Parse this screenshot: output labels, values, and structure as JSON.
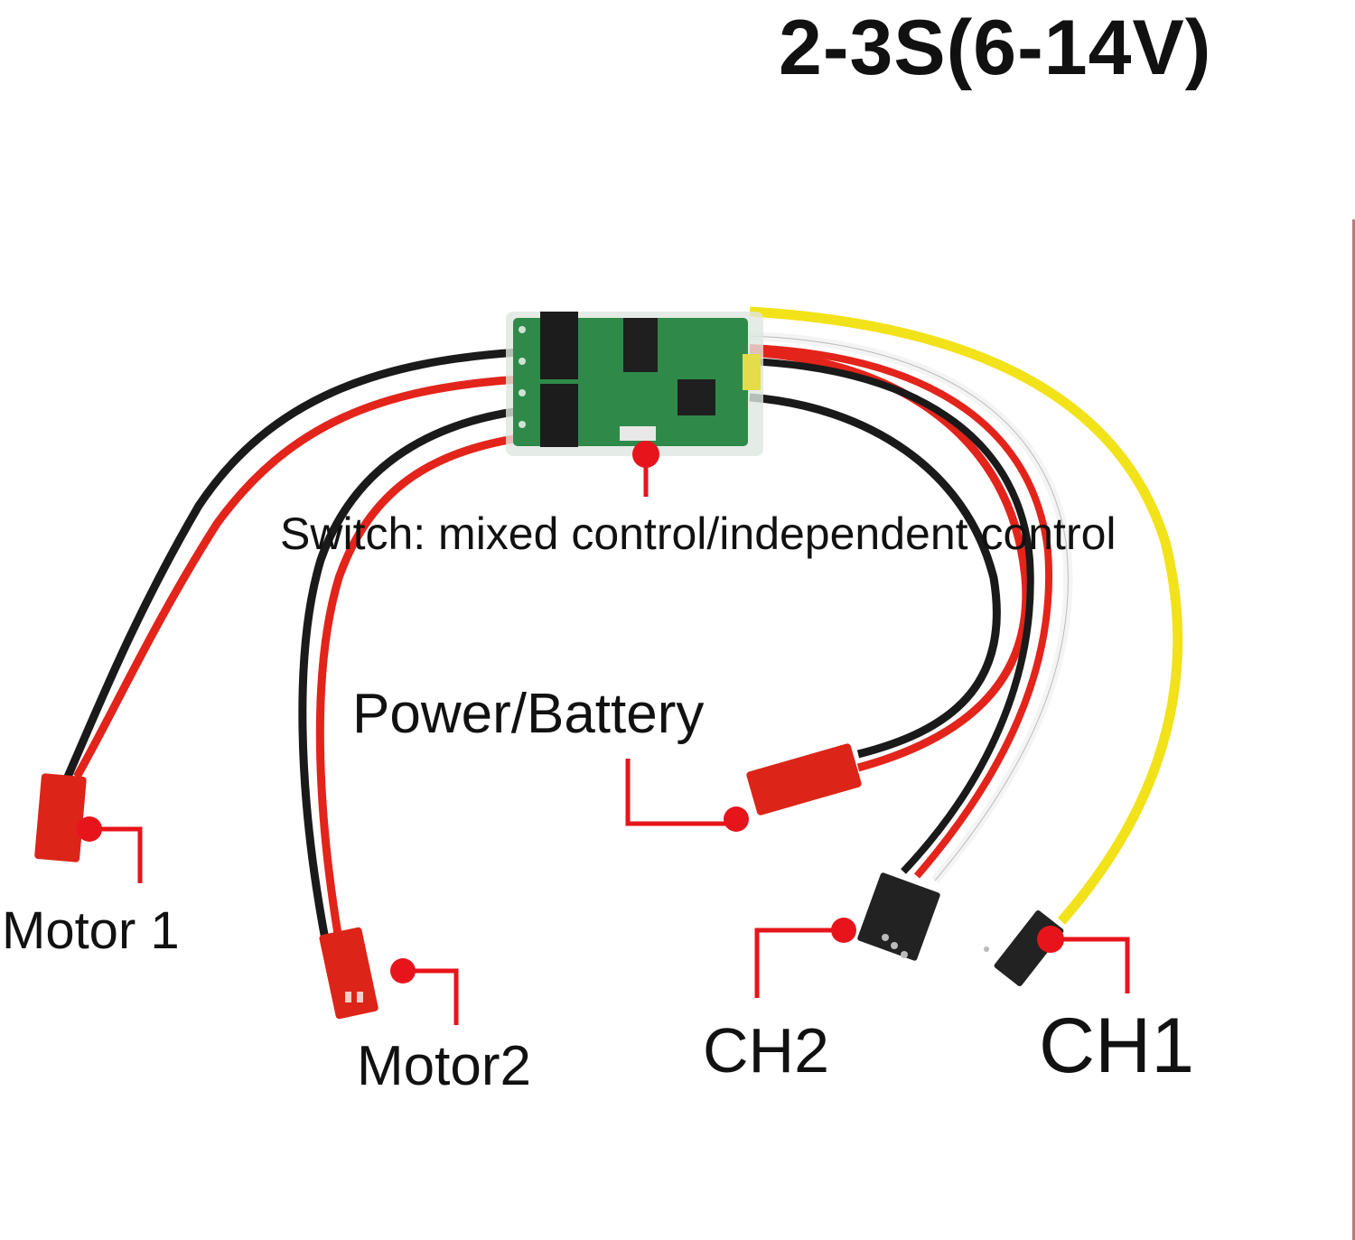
{
  "title": "2-3S(6-14V)",
  "labels": {
    "switch": "Switch: mixed control/independent control",
    "power": "Power/Battery",
    "motor1": "Motor 1",
    "motor2": "Motor2",
    "ch2": "CH2",
    "ch1": "CH1"
  },
  "colors": {
    "callout": "#e8141b",
    "wire_red": "#e3241b",
    "wire_black": "#1a1a1a",
    "wire_white": "#f4f4f4",
    "wire_yellow": "#f2e21a",
    "pcb_green": "#2f8a4a",
    "connector_red": "#dd2418",
    "servo_black": "#222222"
  },
  "icons": {
    "board": "esc-pcb-board",
    "switch": "slide-switch",
    "connector_jst": "jst-connector",
    "connector_servo": "servo-connector"
  }
}
